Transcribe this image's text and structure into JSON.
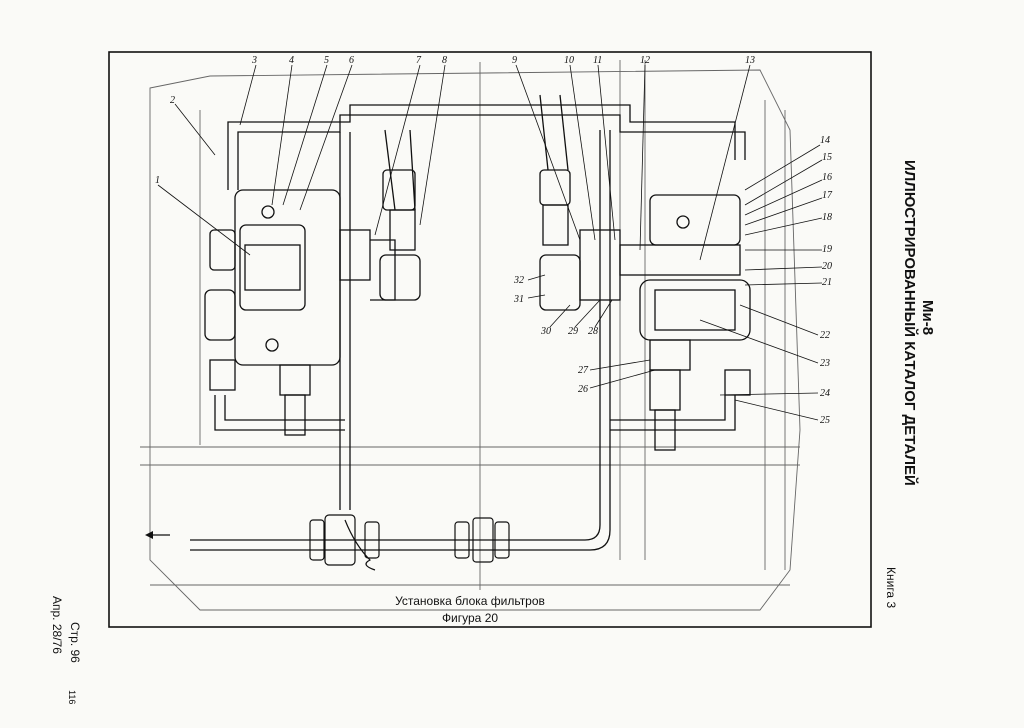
{
  "header": {
    "model": "Ми-8",
    "catalog_title": "ИЛЛЮСТРИРОВАННЫЙ КАТАЛОГ ДЕТАЛЕЙ",
    "book": "Книга 3"
  },
  "footer": {
    "page": "Стр. 96",
    "date": "Апр. 28/76",
    "sheet_mark": "116"
  },
  "figure": {
    "title": "Установка блока фильтров",
    "number": "Фигура 20"
  },
  "callouts": [
    "1",
    "2",
    "3",
    "4",
    "5",
    "6",
    "7",
    "8",
    "9",
    "10",
    "11",
    "12",
    "13",
    "14",
    "15",
    "16",
    "17",
    "18",
    "19",
    "20",
    "21",
    "22",
    "23",
    "24",
    "25",
    "26",
    "27",
    "28",
    "29",
    "30",
    "31",
    "32"
  ]
}
